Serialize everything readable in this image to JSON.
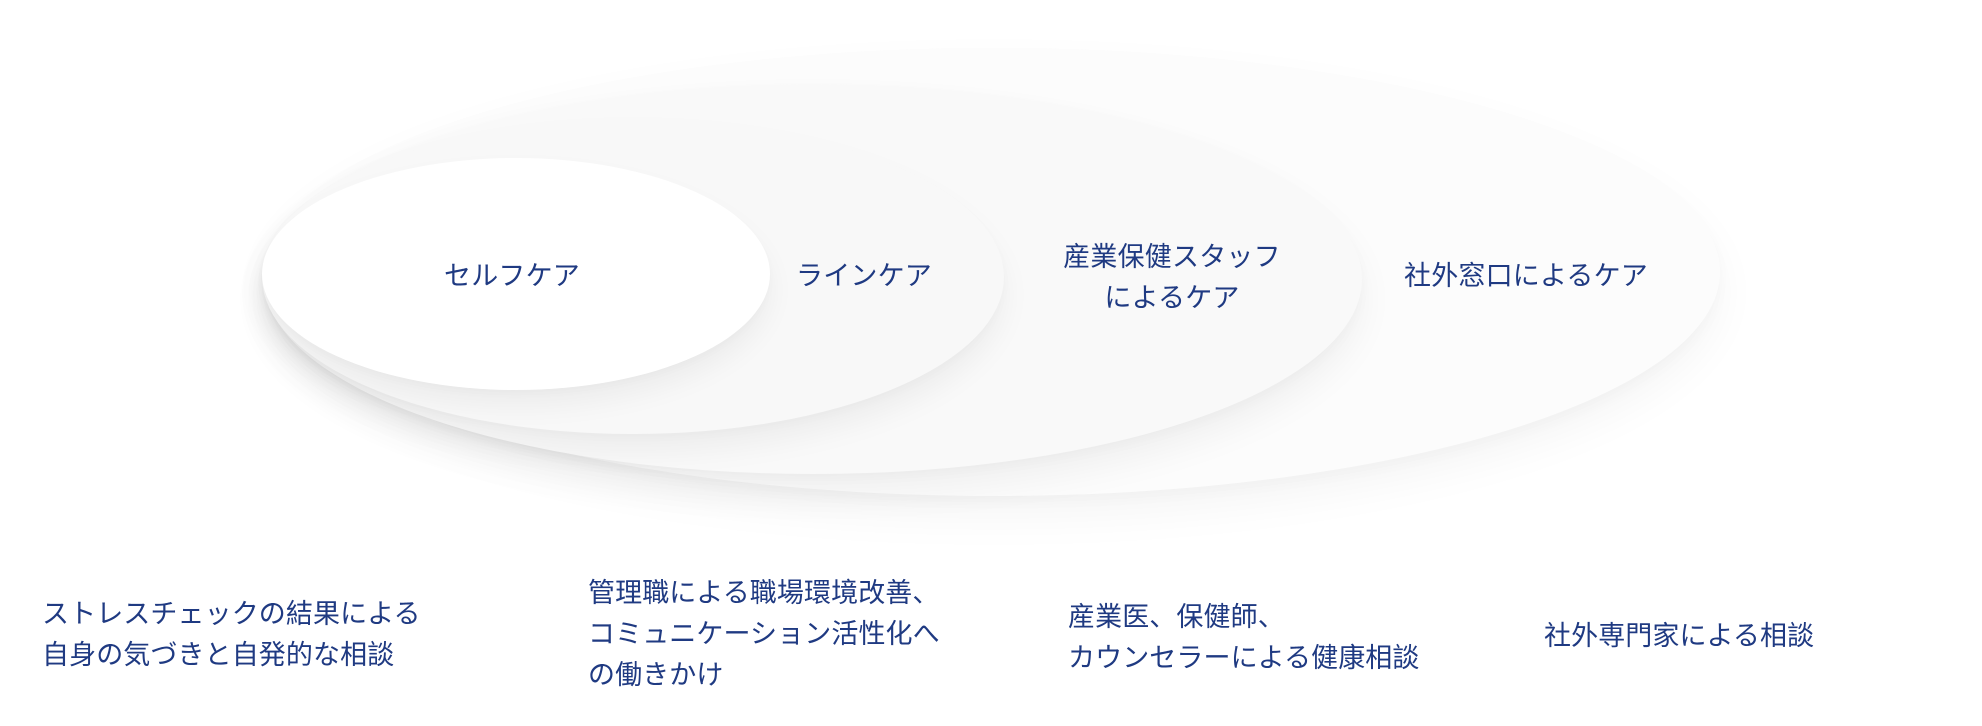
{
  "diagram": {
    "care_levels": [
      {
        "label_lines": [
          "セルフケア"
        ],
        "description_lines": [
          "ストレスチェックの結果による",
          "自身の気づきと自発的な相談"
        ]
      },
      {
        "label_lines": [
          "ラインケア"
        ],
        "description_lines": [
          "管理職による職場環境改善、",
          "コミュニケーション活性化へ",
          "の働きかけ"
        ]
      },
      {
        "label_lines": [
          "産業保健スタッフ",
          "によるケア"
        ],
        "description_lines": [
          "産業医、保健師、",
          "カウンセラーによる健康相談"
        ]
      },
      {
        "label_lines": [
          "社外窓口によるケア"
        ],
        "description_lines": [
          "社外専門家による相談"
        ]
      }
    ]
  },
  "colors": {
    "text": "#1f3a82",
    "ellipse_fill": "#fbfbfb",
    "background": "#ffffff"
  }
}
